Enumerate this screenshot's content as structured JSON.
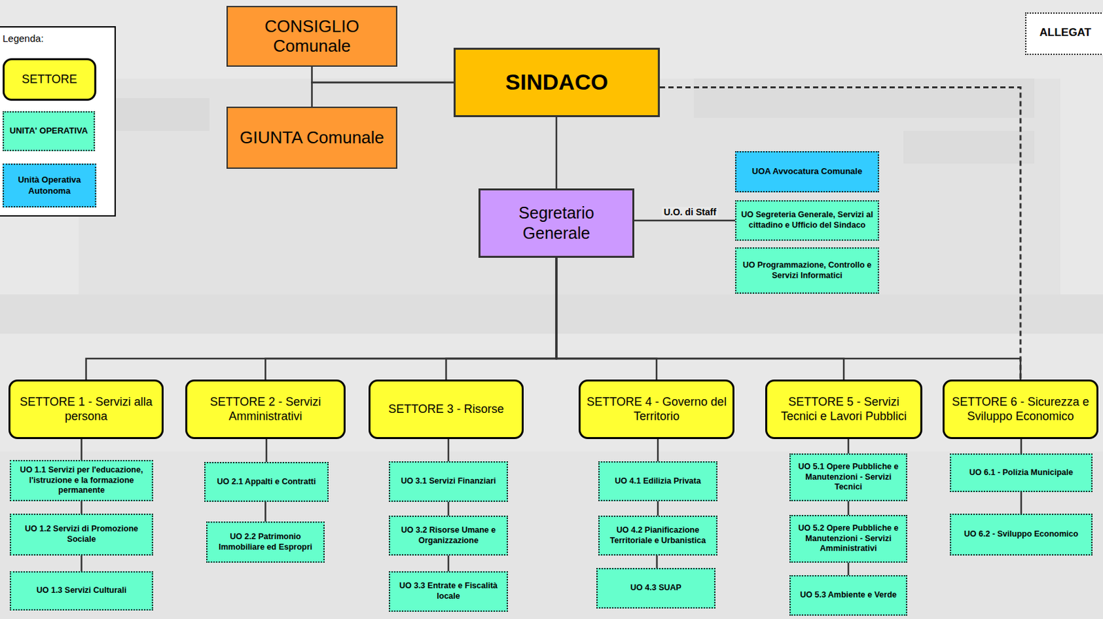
{
  "diagram": {
    "nodes": [
      {
        "text": [
          "CONSIGLIO Comunale"
        ]
      },
      {
        "text": [
          "GIUNTA Comunale"
        ]
      },
      {
        "text": [
          "SINDACO"
        ]
      },
      {
        "text": [
          "Segretario Generale"
        ]
      },
      {
        "text": [
          "UOA Avvocatura Comunale"
        ]
      },
      {
        "text": [
          "UO Segreteria Generale, Servizi al cittadino e Ufficio del Sindaco"
        ]
      },
      {
        "text": [
          "UO Programmazione, Controllo e Servizi Informatici"
        ]
      },
      {
        "text": [
          "SETTORE 1 - Servizi alla persona"
        ]
      },
      {
        "text": [
          "UO 1.1 Servizi per l'educazione, l'istruzione e la formazione permanente"
        ]
      },
      {
        "text": [
          "UO 1.2 Servizi di Promozione Sociale"
        ]
      },
      {
        "text": [
          "UO 1.3 Servizi Culturali"
        ]
      },
      {
        "text": [
          "SETTORE 2 - Servizi Amministrativi"
        ]
      },
      {
        "text": [
          "UO 2.1 Appalti e Contratti"
        ]
      },
      {
        "text": [
          "UO 2.2 Patrimonio Immobiliare ed Espropri"
        ]
      },
      {
        "text": [
          "SETTORE 3 - Risorse"
        ]
      },
      {
        "text": [
          "UO 3.1 Servizi Finanziari"
        ]
      },
      {
        "text": [
          "UO 3.2 Risorse Umane e Organizzazione"
        ]
      },
      {
        "text": [
          "UO 3.3 Entrate e Fiscalità locale"
        ]
      },
      {
        "text": [
          "SETTORE 4 - Governo del Territorio"
        ]
      },
      {
        "text": [
          "UO 4.1 Edilizia Privata"
        ]
      },
      {
        "text": [
          "UO 4.2 Pianificazione Territoriale e Urbanistica"
        ]
      },
      {
        "text": [
          "UO 4.3 SUAP"
        ]
      },
      {
        "text": [
          "SETTORE 5 - Servizi Tecnici e Lavori Pubblici"
        ]
      },
      {
        "text": [
          "UO 5.1 Opere Pubbliche e Manutenzioni - Servizi Tecnici"
        ]
      },
      {
        "text": [
          "UO 5.2 Opere Pubbliche e Manutenzioni - Servizi Amministrativi"
        ]
      },
      {
        "text": [
          "UO 5.3 Ambiente e Verde"
        ]
      },
      {
        "text": [
          "SETTORE 6 - Sicurezza e Sviluppo Economico"
        ]
      },
      {
        "text": [
          "UO 6.1 - Polizia Municipale"
        ]
      },
      {
        "text": [
          "UO 6.2 - Sviluppo Economico"
        ]
      }
    ],
    "edges": [
      {
        "from": 2,
        "to": 0,
        "arrow": "none"
      },
      {
        "from": 2,
        "to": 1,
        "arrow": "none"
      },
      {
        "from": 2,
        "to": 3,
        "arrow": "none"
      },
      {
        "from": 3,
        "to": 5,
        "label": "U.O. di Staff",
        "arrow": "none"
      },
      {
        "from": 2,
        "to": 26,
        "arrow": "none"
      },
      {
        "from": 3,
        "to": 7,
        "arrow": "none"
      },
      {
        "from": 3,
        "to": 11,
        "arrow": "none"
      },
      {
        "from": 3,
        "to": 14,
        "arrow": "none"
      },
      {
        "from": 3,
        "to": 18,
        "arrow": "none"
      },
      {
        "from": 3,
        "to": 22,
        "arrow": "none"
      },
      {
        "from": 3,
        "to": 26,
        "arrow": "none"
      },
      {
        "from": 7,
        "to": 8,
        "arrow": "none"
      },
      {
        "from": 8,
        "to": 9,
        "arrow": "none"
      },
      {
        "from": 9,
        "to": 10,
        "arrow": "none"
      },
      {
        "from": 11,
        "to": 12,
        "arrow": "none"
      },
      {
        "from": 12,
        "to": 13,
        "arrow": "none"
      },
      {
        "from": 14,
        "to": 15,
        "arrow": "none"
      },
      {
        "from": 15,
        "to": 16,
        "arrow": "none"
      },
      {
        "from": 16,
        "to": 17,
        "arrow": "none"
      },
      {
        "from": 18,
        "to": 19,
        "arrow": "none"
      },
      {
        "from": 19,
        "to": 20,
        "arrow": "none"
      },
      {
        "from": 20,
        "to": 21,
        "arrow": "none"
      },
      {
        "from": 22,
        "to": 23,
        "arrow": "none"
      },
      {
        "from": 23,
        "to": 24,
        "arrow": "none"
      },
      {
        "from": 24,
        "to": 25,
        "arrow": "none"
      },
      {
        "from": 26,
        "to": 27,
        "arrow": "none"
      },
      {
        "from": 27,
        "to": 28,
        "arrow": "none"
      }
    ],
    "labels": [
      "Legenda:",
      "ALLEGAT"
    ],
    "legend": [
      {
        "text": "SETTORE",
        "color": "#ffff33"
      },
      {
        "text": "UNITA' OPERATIVA",
        "color": "#66ffcc"
      },
      {
        "text": "Unità Operativa Autonoma",
        "color": "#33ccff"
      }
    ]
  }
}
